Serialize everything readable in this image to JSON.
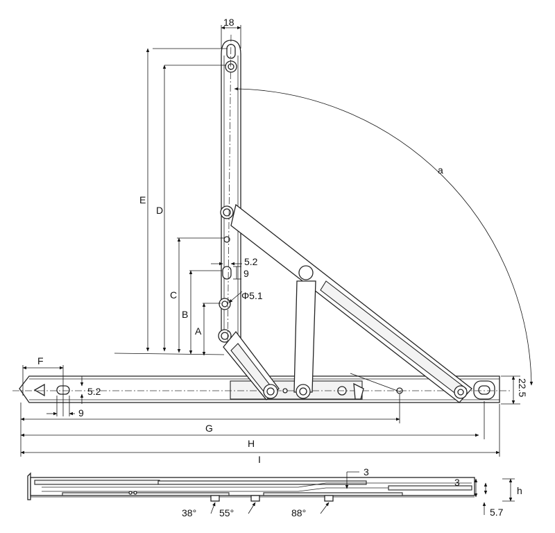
{
  "labels": {
    "width_18": "18",
    "arc_a": "a",
    "dim_E": "E",
    "dim_D": "D",
    "dim_C": "C",
    "dim_B": "B",
    "dim_A": "A",
    "slot_w": "5.2",
    "slot_h": "9",
    "hole_dia": "Φ5.1",
    "dim_F": "F",
    "base_slot_w": "5.2",
    "base_slot_h": "9",
    "height_22_5": "22.5",
    "dim_G": "G",
    "dim_H": "H",
    "dim_I": "I",
    "side_3_top": "3",
    "side_3_right": "3",
    "side_h": "h",
    "side_5_7": "5.7",
    "angle_38": "38°",
    "angle_55": "55°",
    "angle_88": "88°"
  }
}
